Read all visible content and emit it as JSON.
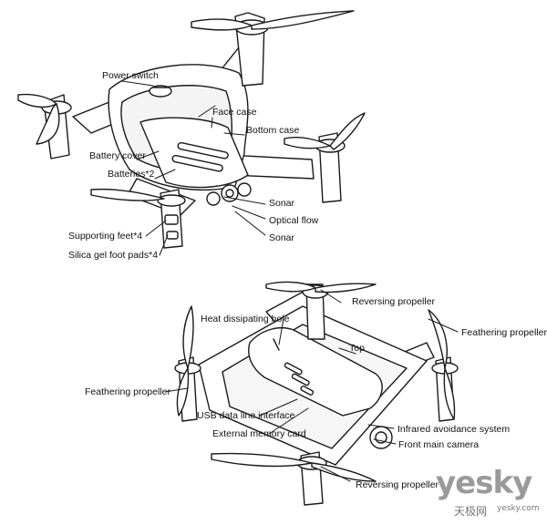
{
  "labels": {
    "power_switch": "Power switch",
    "face_case": "Face case",
    "bottom_case": "Bottom case",
    "battery_cover": "Battery cover",
    "batteries": "Batteries*2",
    "sonar_1": "Sonar",
    "optical_flow": "Optical flow",
    "sonar_2": "Sonar",
    "supporting_feet": "Supporting feet*4",
    "silica_pads": "Silica gel foot pads*4",
    "reversing_propeller_top": "Reversing propeller",
    "heat_hole": "Heat dissipating hole",
    "feathering_propeller_right": "Feathering propeller",
    "top": "Top",
    "feathering_propeller_left": "Feathering propeller",
    "usb": "USB data line interface",
    "memory_card": "External memory card",
    "infrared": "Infrared avoidance system",
    "front_camera": "Front main  camera",
    "reversing_propeller_bottom": "Reversing propeller"
  },
  "watermark": {
    "latin": "yesky",
    "cjk": "天极网",
    "url": "yesky.com"
  },
  "colors": {
    "ink": "#111111",
    "watermark": "#9a9a9a"
  }
}
